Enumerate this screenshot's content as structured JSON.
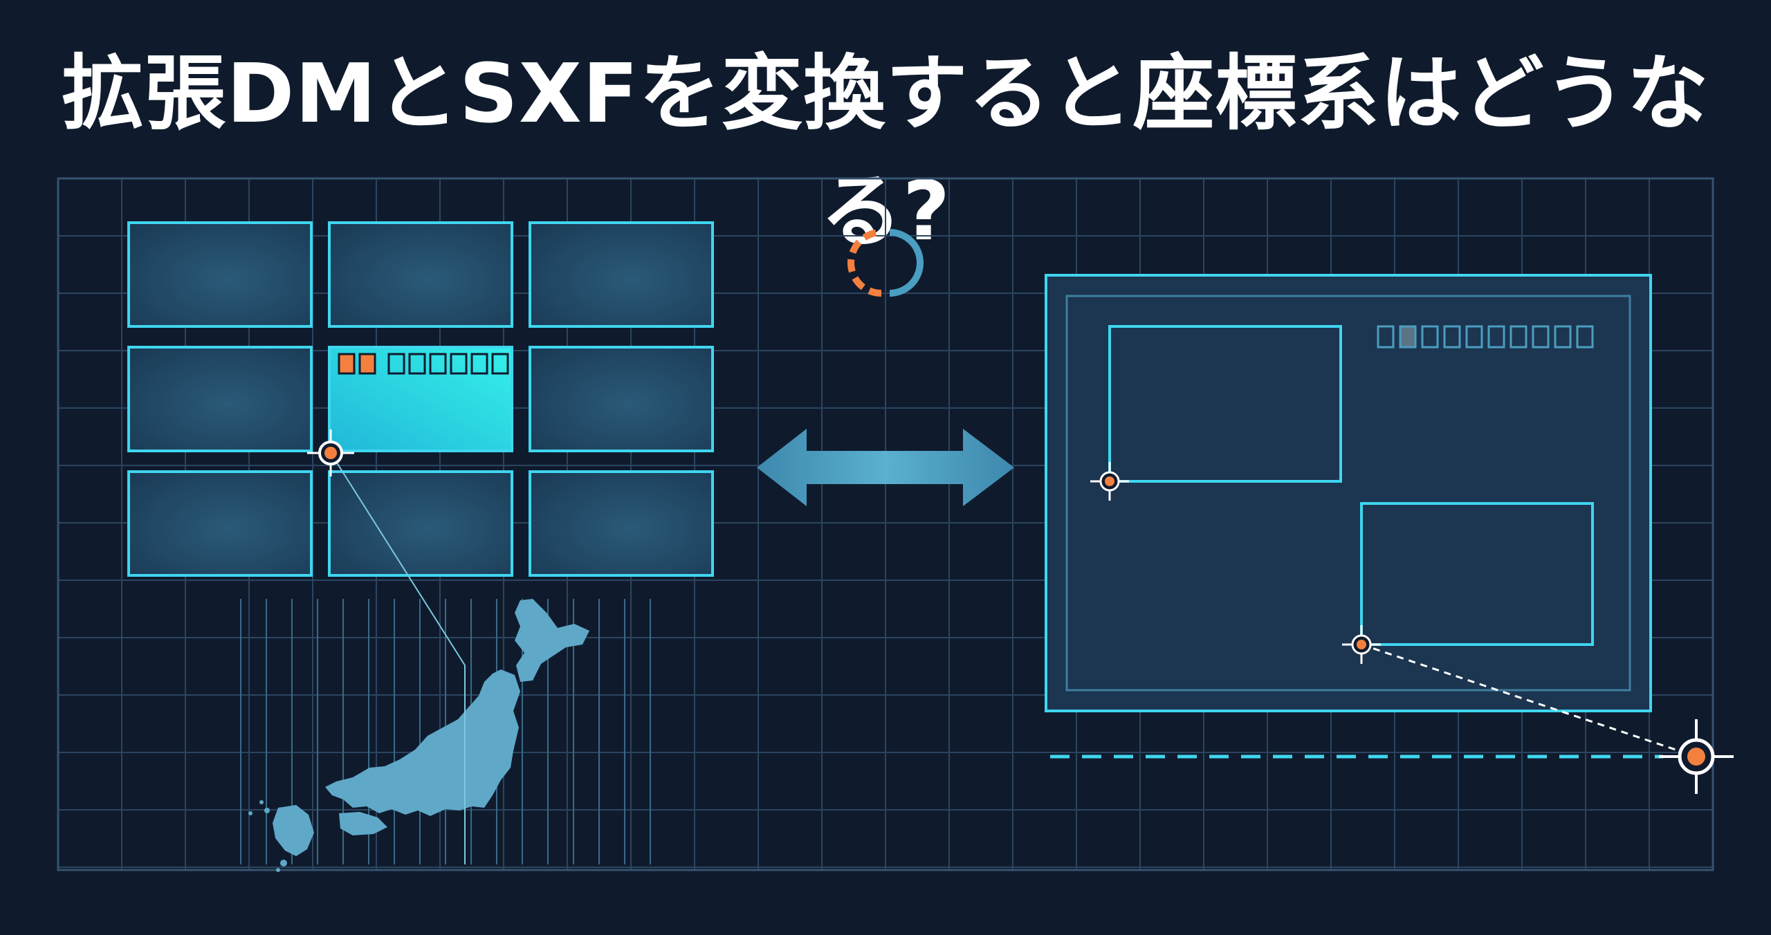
{
  "title": "拡張DMとSXFを変換すると座標系はどうなる?",
  "colors": {
    "background": "#0f1b2d",
    "grid_line": "#2b4560",
    "accent_cyan": "#3fd6f0",
    "tile_fill": "#1f4663",
    "tile_highlight": "#2be3ec",
    "accent_orange": "#f4803f",
    "arrow": "#4a9ec1",
    "japan_fill": "#5fa8c8",
    "sheet_fill": "#1c3550",
    "marker_white": "#ffffff"
  },
  "left_panel": {
    "tile_grid": {
      "rows": 3,
      "cols": 3,
      "highlighted_tile": [
        1,
        1
      ]
    },
    "highlighted_tile_label": "■■□□□□□□",
    "map_icon": "japan-map-icon",
    "origin_marker_icon": "crosshair-marker-icon"
  },
  "center": {
    "conversion_icon": "double-arrow-icon",
    "sync_icon": "sync-ring-icon"
  },
  "right_panel": {
    "sheet_label": "□■□□□□□□□□",
    "sheet_icon": "drawing-sheet-icon",
    "origin_marker_icon": "crosshair-marker-icon"
  }
}
